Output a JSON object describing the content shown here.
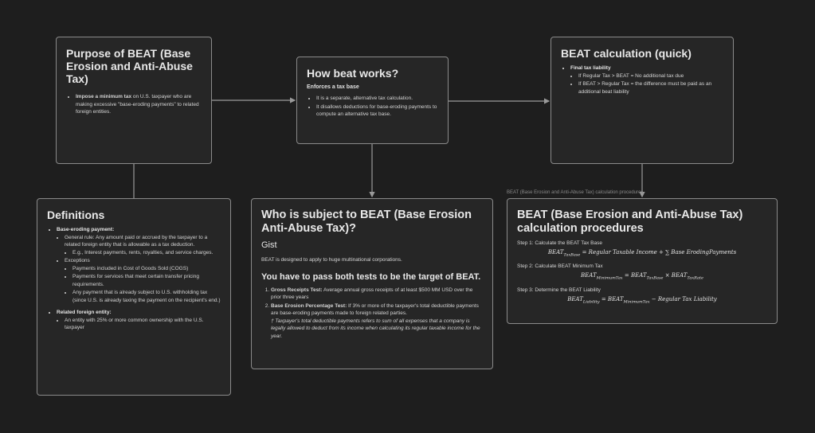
{
  "purpose": {
    "title": "Purpose of BEAT (Base Erosion and Anti-Abuse Tax)",
    "bullet_bold": "Impose a minimum tax",
    "bullet_rest": " on U.S. taxpayer who are making excessive \"base-eroding payments\" to related foreign entities."
  },
  "how": {
    "title": "How beat works?",
    "subtitle": "Enforces a tax base",
    "bullets": [
      "It is a separate, alternative tax calculation.",
      "It disallows deductions for base-eroding payments to compute an alternative tax base."
    ]
  },
  "quick": {
    "title": "BEAT calculation (quick)",
    "head": "Final tax liability",
    "bullets": [
      "If Regular Tax > BEAT = No additional tax due",
      "If BEAT > Regular Tax = the difference must be paid as an additional beat liability"
    ]
  },
  "definitions": {
    "title": "Definitions",
    "base_eroding_head": "Base-eroding payment:",
    "general_rule": "General rule: Any amount paid or accrued by the taxpayer to a related foreign entity that is allowable as a tax deduction.",
    "eg": "E.g., Interest payments, rents, royalties, and service charges.",
    "exceptions_head": "Exceptions",
    "exceptions": [
      "Payments included in Cost of Goods Sold (COGS)",
      "Payments for services that meet certain transfer pricing requirements.",
      "Any payment that is already subject to U.S. withholding tax (since U.S. is already taxing the payment on the recipient's end.)"
    ],
    "related_head": "Related foreign entity:",
    "related": "An entity with 25% or more common ownership with the U.S. taxpayer"
  },
  "who": {
    "title": "Who is subject to BEAT (Base Erosion Anti-Abuse Tax)?",
    "gist_heading": "Gist",
    "gist_text": "BEAT is designed to apply to huge multinational corporations.",
    "tests_heading": "You have to pass both tests to be the target of BEAT.",
    "test1_bold": "Gross Receipts Test:",
    "test1_rest": " Average annual gross receipts of at least $500 MM USD over the prior three years",
    "test2_bold": "Base Erosion Percentage Test:",
    "test2_rest": " If 3% or more of the taxpayer's total deductible payments are base-eroding payments made to foreign related parties.",
    "footnote": "† Taxpayer's total deductible payments refers to sum of all expenses that a company is legally allowed to deduct from its income when calculating its regular taxable income for the year."
  },
  "procedures": {
    "edge_label": "BEAT (Base Erosion and Anti-Abuse Tax) calculation procedures",
    "title": "BEAT (Base Erosion and Anti-Abuse Tax) calculation procedures",
    "step1": "Step 1: Calculate the BEAT Tax Base",
    "f1_lhs": "BEAT",
    "f1_lhs_sub": "TaxBase",
    "f1_rhs": " = Regular Taxable Income + ∑ Base ErodingPayments",
    "step2": "Step 2: Calculate BEAT Minimum Tax",
    "f2_lhs": "BEAT",
    "f2_lhs_sub": "MinimumTax",
    "f2_mid": " = BEAT",
    "f2_mid_sub": "TaxBase",
    "f2_x": " × BEAT",
    "f2_x_sub": "TaxRate",
    "step3": "Step 3: Determine the BEAT Liability",
    "f3_lhs": "BEAT",
    "f3_lhs_sub": "Liability",
    "f3_mid": " = BEAT",
    "f3_mid_sub": "MinimumTax",
    "f3_rest": " − Regular Tax Liability"
  }
}
